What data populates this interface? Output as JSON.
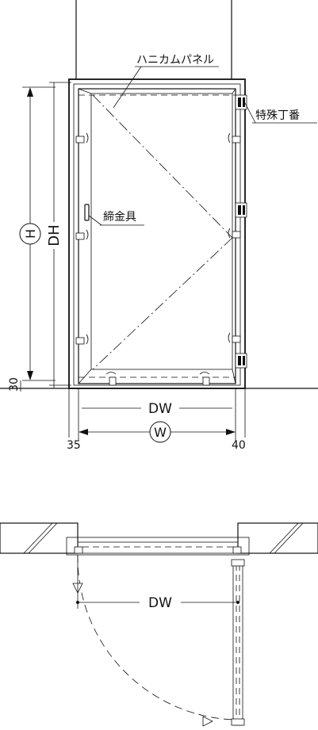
{
  "elevation": {
    "labels": {
      "panel": "ハニカムパネル",
      "hinge": "特殊丁番",
      "latch": "締金具"
    },
    "dimensions": {
      "height_circled": "H",
      "door_height": "DH",
      "floor_offset": "30",
      "door_width": "DW",
      "width_circled": "W",
      "left_offset": "35",
      "right_offset": "40"
    }
  },
  "plan": {
    "dimensions": {
      "door_width": "DW"
    }
  }
}
